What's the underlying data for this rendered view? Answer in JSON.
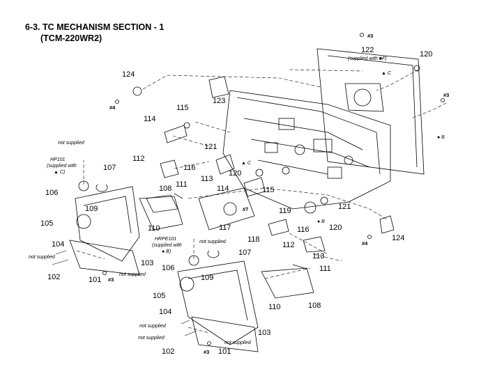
{
  "header": {
    "title_line1": "6-3. TC MECHANISM SECTION - 1",
    "title_line2": "(TCM-220WR2)"
  },
  "labels": {
    "p124a": "124",
    "p120a": "120",
    "p123": "123",
    "p122": "122",
    "p122note": "(supplied with ■F)",
    "s3a": "#3",
    "s3b": "#3",
    "s4a": "#4",
    "s4b": "#4",
    "s3c": "#3",
    "s3d": "#3",
    "s7": "#7",
    "triC1": "▲ C",
    "circB1": "● B",
    "circB2": "● B",
    "triC2": "▲ C",
    "p115a": "115",
    "p114a": "114",
    "p121a": "121",
    "p116a": "116",
    "p120b": "120",
    "p112a": "112",
    "p113a": "113",
    "p114b": "114",
    "p115b": "115",
    "p108a": "108",
    "p111a": "111",
    "p107a": "107",
    "p106a": "106",
    "p109a": "109",
    "p105a": "105",
    "p110a": "110",
    "p104a": "104",
    "p103a": "103",
    "p102a": "102",
    "p101a": "101",
    "p119": "119",
    "p117": "117",
    "p118": "118",
    "p121b": "121",
    "p116b": "116",
    "p120c": "120",
    "p112b": "112",
    "p113b": "113",
    "p124b": "124",
    "p107b": "107",
    "p106b": "106",
    "p111b": "111",
    "p109b": "109",
    "p105b": "105",
    "p110b": "110",
    "p108b": "108",
    "p104b": "104",
    "p103b": "103",
    "p102b": "102",
    "p101b": "101",
    "ns1": "not supplied",
    "ns2": "not supplied",
    "ns3": "not supplied",
    "ns4": "not supplied",
    "ns5": "not supplied",
    "ns6": "not supplied",
    "ns7": "not supplied",
    "hp101": "HP101",
    "hp101_sup": "(supplied with",
    "hp101_sym": "▲ C)",
    "hrpe101": "HRPE101",
    "hrpe101_sup": "(supplied with",
    "hrpe101_sym": "● B)"
  }
}
